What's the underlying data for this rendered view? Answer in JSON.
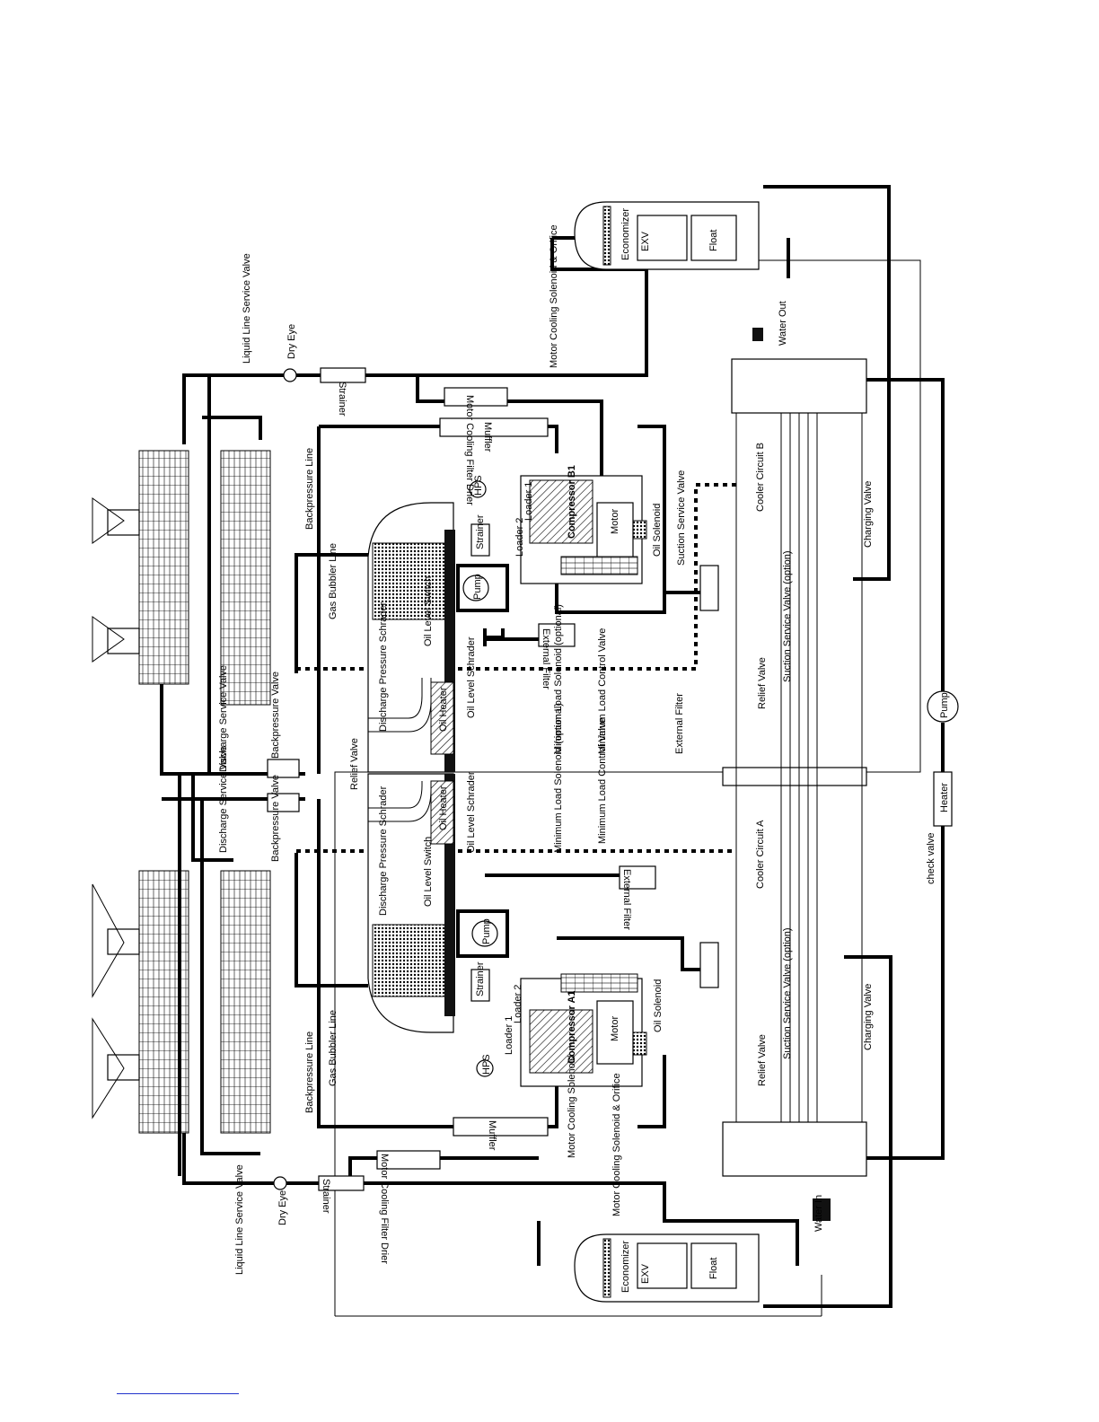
{
  "labels": {
    "liquid_line_service_valve": "Liquid Line Service Valve",
    "dry_eye": "Dry Eye",
    "strainer": "Strainer",
    "motor_cooling_filter_drier": "Motor Cooling Filter Drier",
    "muffler": "Muffler",
    "backpressure_line": "Backpressure Line",
    "gas_bubbler_line": "Gas Bubbler Line",
    "backpressure_valve": "Backpressure Valve",
    "discharge_service_valve": "Discharge Service Valve",
    "discharge_pressure_schrader": "Discharge Pressure Schrader",
    "relief_valve": "Relief Valve",
    "oil_level_switch": "Oil Level Switch",
    "oil_level_schrader": "Oil Level Schrader",
    "oil_heater": "Oil Heater",
    "pump": "Pump",
    "external_filter": "External Filter",
    "minimum_load_solenoid": "Minimum Load Solenoid (optional)",
    "minimum_load_control_valve": "Minimum Load Control Valve",
    "loader_1": "Loader 1",
    "loader_2": "Loader 2",
    "compressor_b1": "Compressor B1",
    "compressor_a1": "Compressor A1",
    "motor": "Motor",
    "oil_solenoid": "Oil Solenoid",
    "hps": "HPS",
    "suction_service_valve": "Suction Service Valve",
    "suction_service_valve_option": "Suction Service Valve (option)",
    "motor_cooling_solenoid_orifice": "Motor Cooling Solenoid & Orifice",
    "motor_cooling_solenoid": "Motor Cooling Solenoid",
    "economizer": "Economizer",
    "exv": "EXV",
    "float": "Float",
    "water_out": "Water Out",
    "water_in": "Water In",
    "cooler_circuit_a": "Cooler Circuit A",
    "cooler_circuit_b": "Cooler Circuit B",
    "charging_valve": "Charging Valve",
    "heater": "Heater",
    "check_valve": "check valve"
  },
  "colors": {
    "line": "#000000",
    "background": "#ffffff",
    "rule": "#2233cc"
  }
}
